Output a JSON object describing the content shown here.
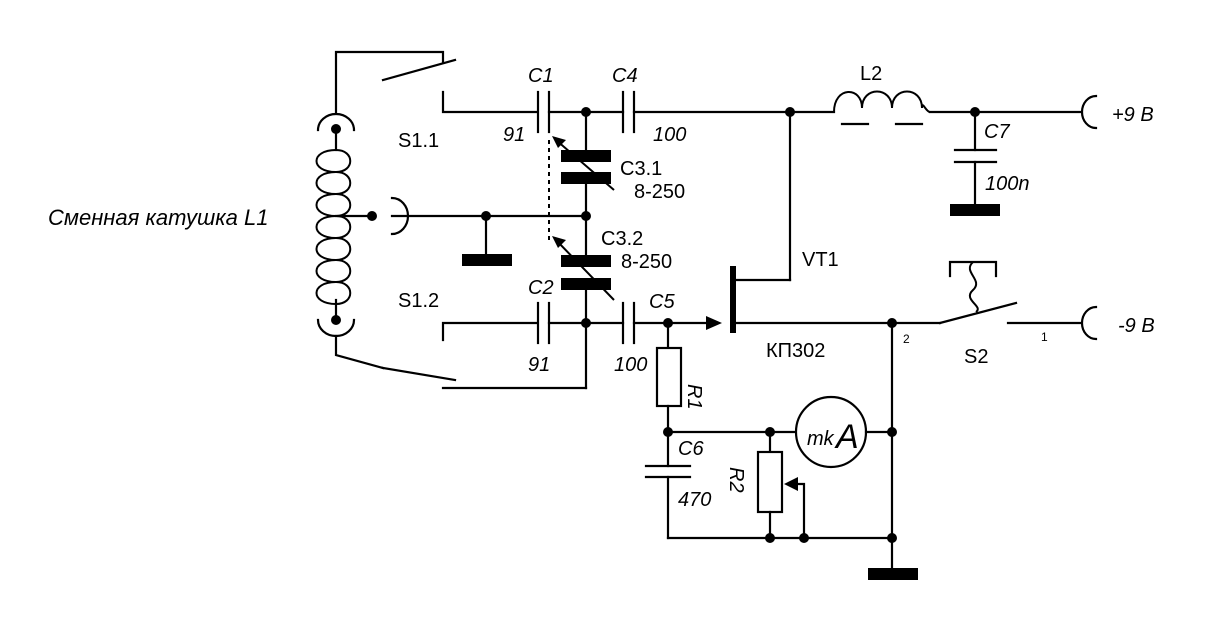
{
  "labels": {
    "coil": "Сменная катушка L1",
    "s11": "S1.1",
    "s12": "S1.2",
    "c1": "C1",
    "c1_val": "91",
    "c2": "C2",
    "c2_val": "91",
    "c31": "C3.1",
    "c31_val": "8-250",
    "c32": "C3.2",
    "c32_val": "8-250",
    "c4": "C4",
    "c4_val": "100",
    "c5": "C5",
    "c5_val": "100",
    "c6": "C6",
    "c6_val": "470",
    "c7": "C7",
    "c7_val": "100n",
    "l2": "L2",
    "vt1": "VT1",
    "vt1_type": "КП302",
    "r1": "R1",
    "r2": "R2",
    "meter_mk": "mk",
    "meter_a": "A",
    "s2": "S2",
    "s2_pin2": "2",
    "s2_pin1": "1",
    "v_plus": "+9 B",
    "v_minus": "-9 B"
  }
}
